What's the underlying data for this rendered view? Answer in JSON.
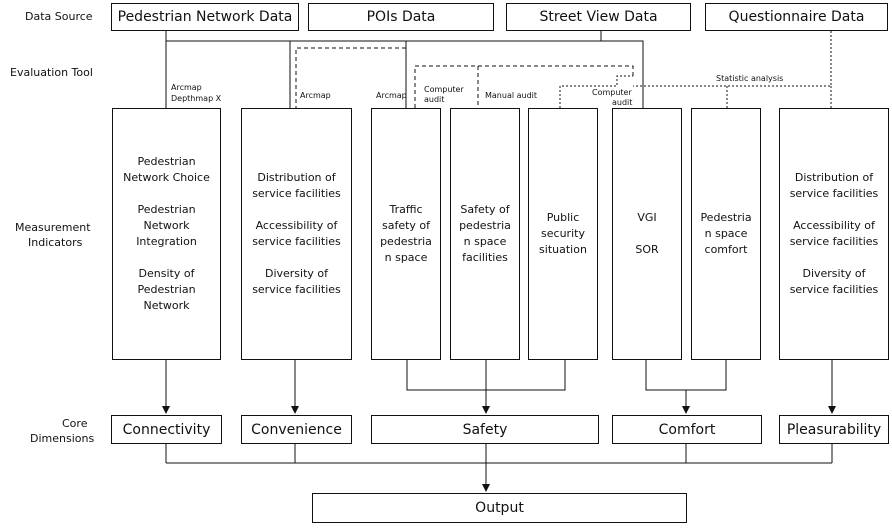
{
  "row_labels": {
    "data_source": "Data Source",
    "evaluation_tool": "Evaluation Tool",
    "measurement_1": "Measurement",
    "measurement_2": "Indicators",
    "core_1": "Core",
    "core_2": "Dimensions"
  },
  "sources": {
    "pedestrian": "Pedestrian Network Data",
    "pois": "POIs Data",
    "streetview": "Street View Data",
    "questionnaire": "Questionnaire Data"
  },
  "tools": {
    "arcmap_depthmap_1": "Arcmap",
    "arcmap_depthmap_2": "Depthmap X",
    "arcmap_2": "Arcmap",
    "arcmap_3": "Arcmap",
    "computer_audit_a1": "Computer",
    "computer_audit_a2": "audit",
    "manual_audit": "Manual audit",
    "computer_audit_b1": "Computer",
    "computer_audit_b2": "audit",
    "statistic": "Statistic analysis"
  },
  "indicators": {
    "connectivity": "Pedestrian\nNetwork Choice\n\nPedestrian\nNetwork\nIntegration\n\nDensity of\nPedestrian\nNetwork",
    "convenience": "Distribution of\nservice facilities\n\nAccessibility of\nservice facilities\n\nDiversity of\nservice facilities",
    "traffic": "Traffic\nsafety of\npedestria\nn space",
    "safety_facilities": "Safety of\npedestria\nn space\nfacilities",
    "public_security": "Public\nsecurity\nsituation",
    "vgi_sor": "VGI\n\nSOR",
    "comfort": "Pedestria\nn space\ncomfort",
    "pleasurability": "Distribution of\nservice facilities\n\nAccessibility of\nservice facilities\n\nDiversity of\nservice facilities"
  },
  "core": {
    "connectivity": "Connectivity",
    "convenience": "Convenience",
    "safety": "Safety",
    "comfort": "Comfort",
    "pleasurability": "Pleasurability"
  },
  "output": "Output"
}
